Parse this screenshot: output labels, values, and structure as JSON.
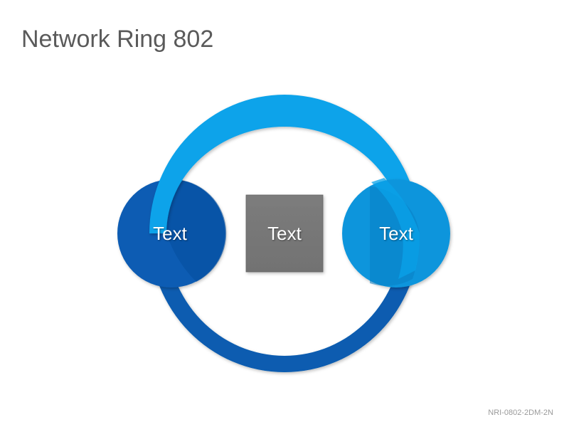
{
  "title": "Network Ring 802",
  "nodes": {
    "left": {
      "label": "Text"
    },
    "center": {
      "label": "Text"
    },
    "right": {
      "label": "Text"
    }
  },
  "footer_code": "NRI-0802-2DM-2N",
  "colors": {
    "ring_top": "#0aa3ea",
    "ring_bottom": "#075cb0",
    "left_node": "#0b5cb3",
    "right_node": "#0a95dc",
    "center_box": "#7a7a7a",
    "title": "#5a5a5a"
  }
}
